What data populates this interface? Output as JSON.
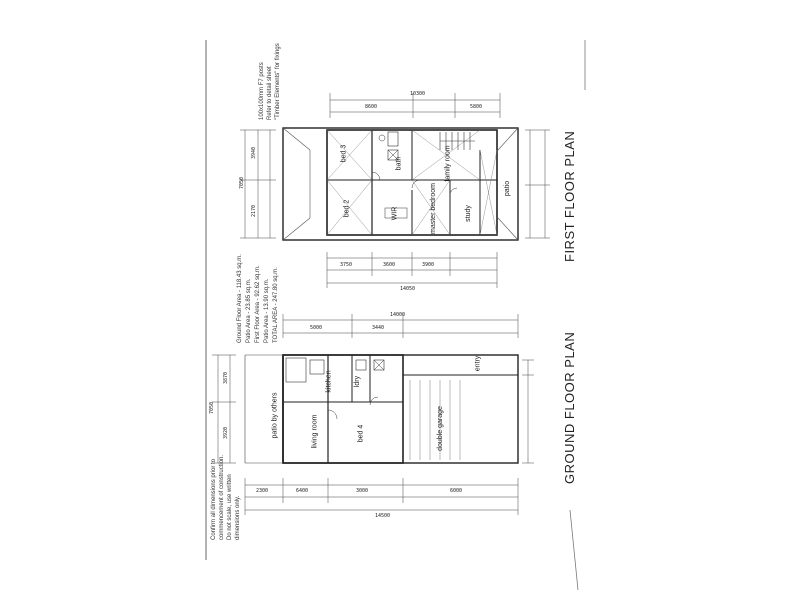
{
  "plans": {
    "first_floor_title": "FIRST FLOOR PLAN",
    "ground_floor_title": "GROUND FLOOR PLAN"
  },
  "areas": [
    "Ground Floor Area - 118.43 sq.m.",
    "Patio Area - 23.85 sq.m.",
    "First Floor Area - 92.62 sq.m.",
    "Patio Area - 13.90 sq.m.",
    "TOTAL AREA - 247.80 sq.m."
  ],
  "notes": {
    "posts": [
      "100x100mm F7 posts",
      "Refer to detail sheet",
      "\"Timber Elements\" for fixings"
    ],
    "confirm": [
      "Confirm all dimensions prior to",
      "commencement of construction.",
      "Do not scale, use written",
      "dimensions only."
    ]
  },
  "rooms": {
    "first": [
      "bed 3",
      "bath",
      "family room",
      "bed 2",
      "WIR",
      "master bedroom",
      "study",
      "patio"
    ],
    "ground": [
      "patio by others",
      "kitchen",
      "living room",
      "bed 4",
      "ldry",
      "entry",
      "double garage"
    ]
  },
  "dims": {
    "first_top": [
      "8600",
      "10300",
      "5800"
    ],
    "first_left": [
      "7050",
      "3940",
      "2170"
    ],
    "first_bottom": [
      "3750",
      "3600",
      "3900",
      "14050"
    ],
    "ground_top": [
      "14000",
      "5000",
      "3440"
    ],
    "ground_left": [
      "7050",
      "3870",
      "3920"
    ],
    "ground_bottom": [
      "2300",
      "6400",
      "3000",
      "6000",
      "14500"
    ]
  }
}
